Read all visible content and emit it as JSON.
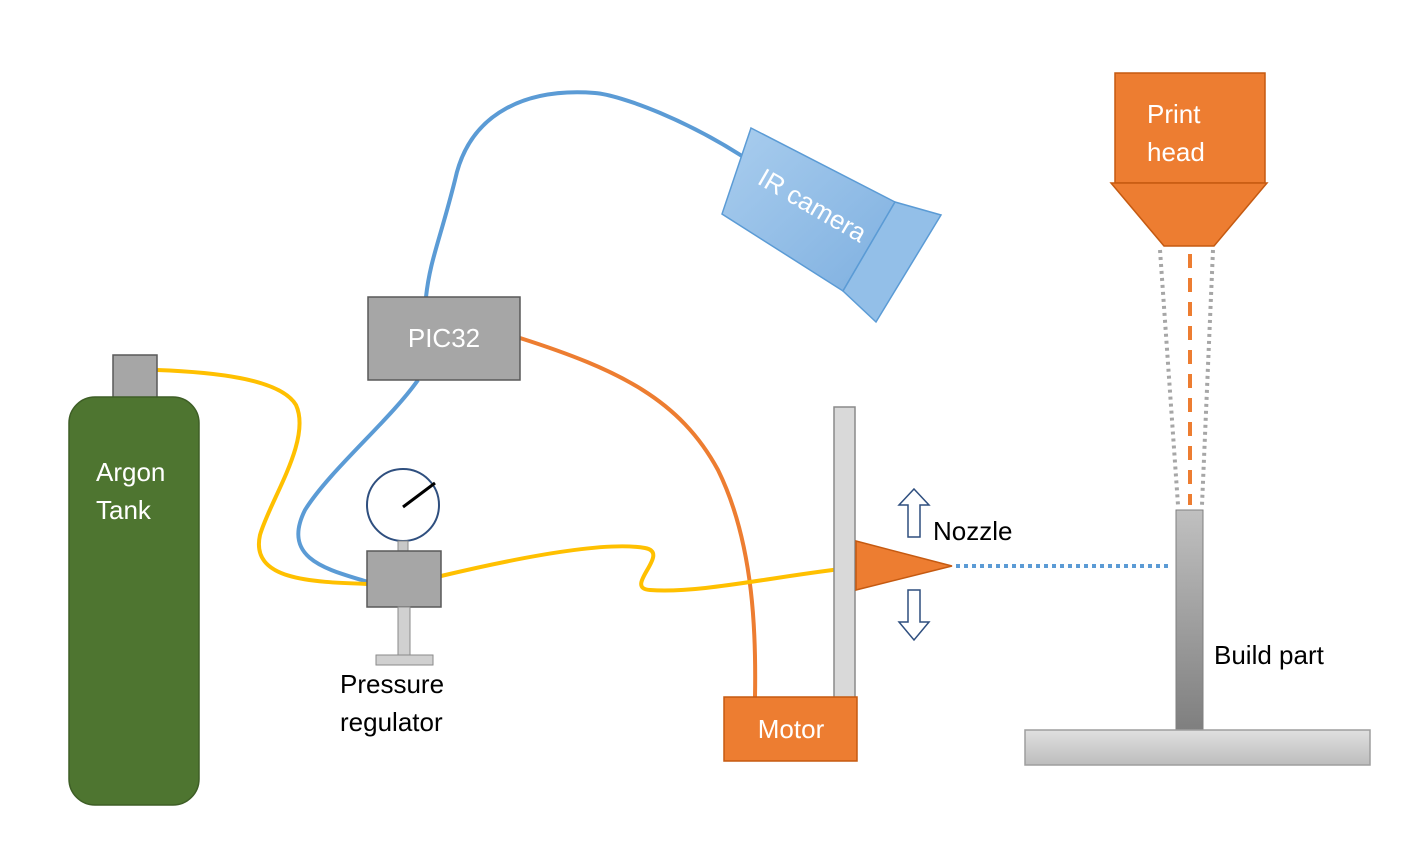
{
  "labels": {
    "argon_tank": [
      "Argon",
      "Tank"
    ],
    "pic32": "PIC32",
    "ir_camera": "IR camera",
    "pressure_regulator": [
      "Pressure",
      "regulator"
    ],
    "motor": "Motor",
    "nozzle": "Nozzle",
    "print_head": [
      "Print",
      "head"
    ],
    "build_part": "Build part"
  },
  "colors": {
    "tank_green": "#4e7530",
    "device_gray": "#a6a6a6",
    "device_border": "#595959",
    "orange": "#ed7d31",
    "yellow_wire": "#ffc000",
    "blue_wire": "#5b9bd5",
    "camera_blue": "#9dc3e6",
    "light_gray": "#d0d0d0"
  }
}
